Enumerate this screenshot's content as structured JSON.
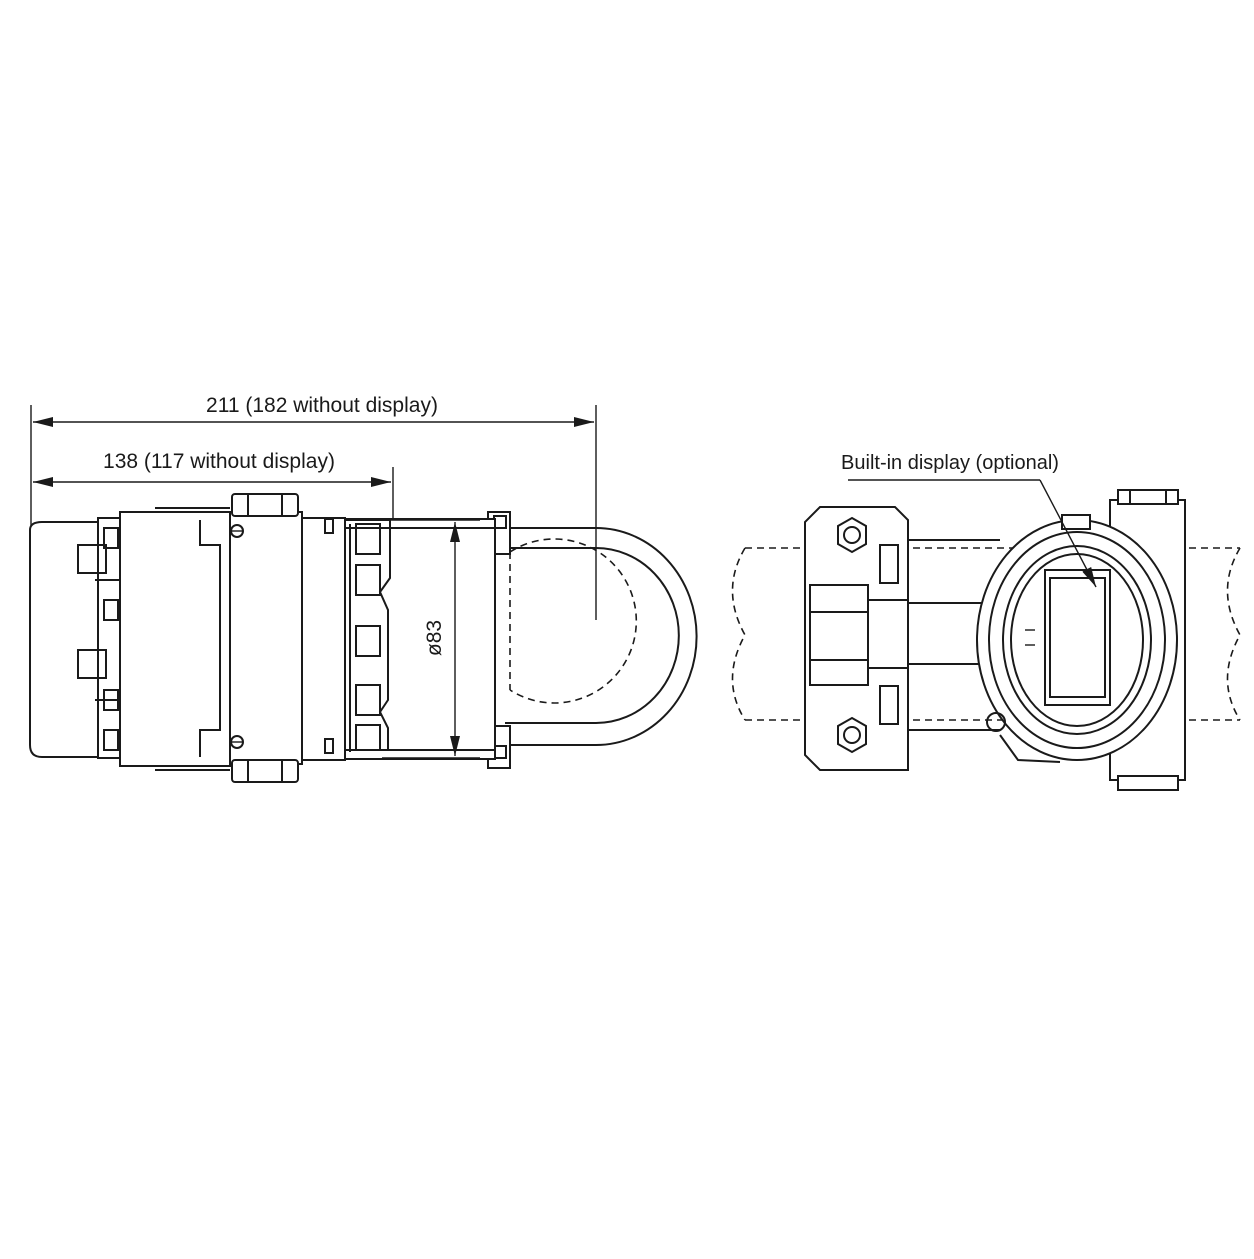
{
  "dimensions": {
    "overall_width": "211 (182 without display)",
    "housing_width": "138 (117 without display)",
    "pipe_diameter": "ø83"
  },
  "callouts": {
    "display": "Built-in display (optional)"
  }
}
